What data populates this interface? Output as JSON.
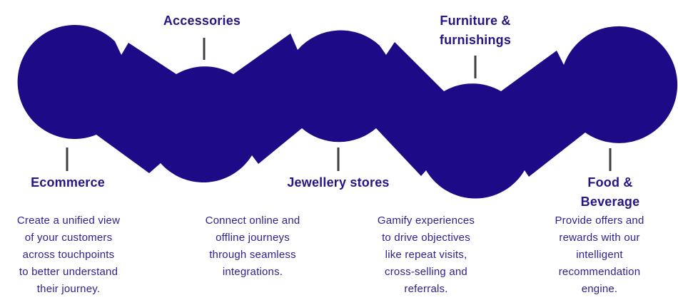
{
  "colors": {
    "background": "#ffffff",
    "shape": "#1d0a86",
    "tick": "#3c4043",
    "heading": "#261586",
    "body": "#2c2190"
  },
  "shape_name": "zigzag-journey-ribbon",
  "labels": [
    "Ecommerce",
    "Accessories",
    "Jewellery stores",
    "Furniture &\nfurnishings",
    "Food &\nBeverage"
  ],
  "descriptions": [
    "Create a unified view\nof your customers\nacross touchpoints\nto better understand\ntheir journey.",
    "Connect online and\noffline journeys\nthrough seamless\nintegrations.",
    "Gamify experiences\nto drive objectives\nlike repeat visits,\ncross-selling and\nreferrals.",
    "Provide offers and\nrewards with our\nintelligent\nrecommendation\nengine."
  ]
}
